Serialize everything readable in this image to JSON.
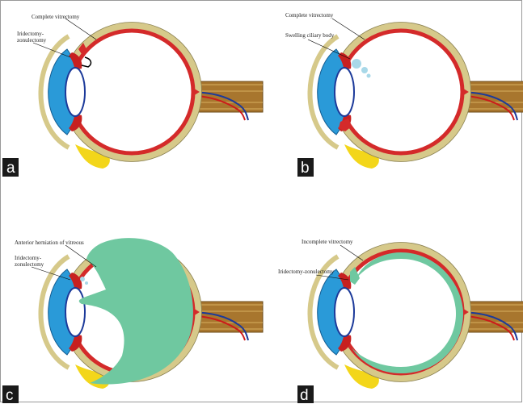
{
  "panels": [
    {
      "letter": "a",
      "labels": [
        "Complete vitrectomy",
        "Iridectomy-",
        "zonulectomy"
      ]
    },
    {
      "letter": "b",
      "labels": [
        "Complete vitrectomy",
        "Swelling ciliary body"
      ]
    },
    {
      "letter": "c",
      "labels": [
        "Anterior herniation of vitreous",
        "Iridectomy-",
        "zonulectomy"
      ]
    },
    {
      "letter": "d",
      "labels": [
        "Incomplete vitrectomy",
        "Iridectomy-zonulectomy"
      ]
    }
  ],
  "colors": {
    "sclera": "#d6c98a",
    "retina": "#d42a2a",
    "vitreous": "#6fc8a0",
    "cornea_blue": "#2a9ad8",
    "nerve": "#a8762e",
    "fat_yellow": "#f3d61a",
    "swelling": "#a8d8e8",
    "label_box": "#1a1a1a"
  }
}
